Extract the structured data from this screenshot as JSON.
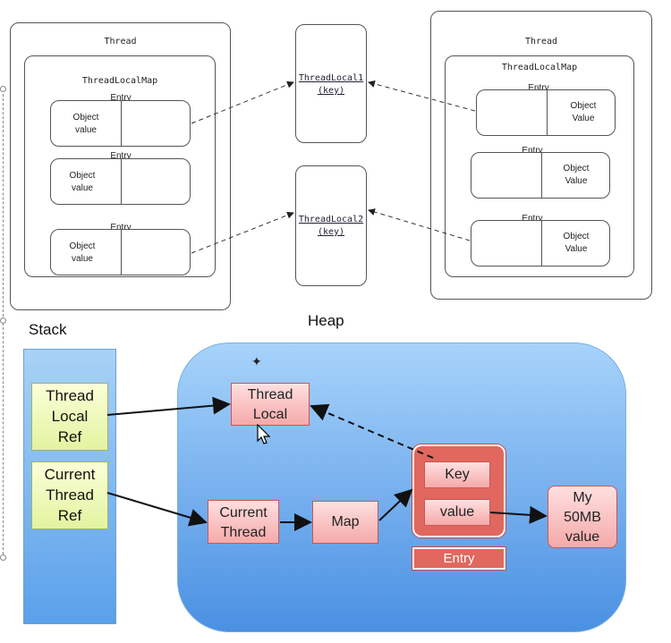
{
  "upper_diagram": {
    "left_thread": {
      "title": "Thread",
      "map_title": "ThreadLocalMap",
      "entries": [
        {
          "label": "Entry",
          "object_line1": "Object",
          "object_line2": "value"
        },
        {
          "label": "Entry",
          "object_line1": "Object",
          "object_line2": "value"
        },
        {
          "label": "Entry",
          "object_line1": "Object",
          "object_line2": "value"
        }
      ]
    },
    "thread_locals": [
      {
        "name": "ThreadLocal1",
        "key": "(key)"
      },
      {
        "name": "ThreadLocal2",
        "key": "(key)"
      }
    ],
    "right_thread": {
      "title": "Thread",
      "map_title": "ThreadLocalMap",
      "entries": [
        {
          "label": "Entry",
          "object_line1": "Object",
          "object_line2": "Value"
        },
        {
          "label": "Entry",
          "object_line1": "Object",
          "object_line2": "Value"
        },
        {
          "label": "Entry",
          "object_line1": "Object",
          "object_line2": "Value"
        }
      ]
    }
  },
  "lower_diagram": {
    "stack_label": "Stack",
    "heap_label": "Heap",
    "stack_items": [
      {
        "line1": "Thread",
        "line2": "Local",
        "line3": "Ref"
      },
      {
        "line1": "Current",
        "line2": "Thread",
        "line3": "Ref"
      }
    ],
    "thread_local": {
      "line1": "Thread",
      "line2": "Local"
    },
    "current_thread": {
      "line1": "Current",
      "line2": "Thread"
    },
    "map": "Map",
    "entry_key": "Key",
    "entry_value": "value",
    "entry_label": "Entry",
    "big_value": {
      "line1": "My",
      "line2": "50MB",
      "line3": "value"
    }
  },
  "colors": {
    "heap_blue": "#4a90e2",
    "stack_blue": "#5aa0ea",
    "entry_red": "#e0685e",
    "pink_box": "#f5b0b0",
    "yellow_green": "#eaf5b0"
  }
}
